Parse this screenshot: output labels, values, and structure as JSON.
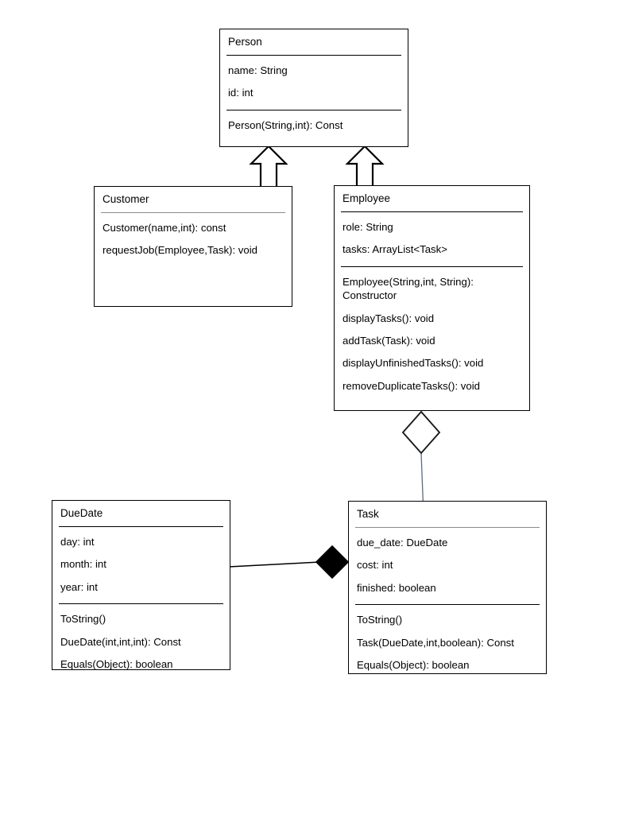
{
  "diagram": {
    "type": "uml-class-diagram",
    "background_color": "#ffffff",
    "line_color": "#000000",
    "separator_gray": "#8b8b8b",
    "connector_thin_color": "#5a6b84"
  },
  "classes": {
    "person": {
      "name": "Person",
      "attributes": [
        "name: String",
        "id: int"
      ],
      "methods": [
        "Person(String,int): Const"
      ]
    },
    "customer": {
      "name": "Customer",
      "attributes": [],
      "methods": [
        "Customer(name,int): const",
        "requestJob(Employee,Task): void"
      ]
    },
    "employee": {
      "name": "Employee",
      "attributes": [
        "role: String",
        "tasks: ArrayList<Task>"
      ],
      "methods": [
        "Employee(String,int, String): Constructor",
        "displayTasks(): void",
        "addTask(Task): void",
        "displayUnfinishedTasks(): void",
        "removeDuplicateTasks(): void"
      ]
    },
    "duedate": {
      "name": "DueDate",
      "attributes": [
        "day: int",
        "month: int",
        "year: int"
      ],
      "methods": [
        "ToString()",
        "DueDate(int,int,int): Const",
        "Equals(Object): boolean"
      ]
    },
    "task": {
      "name": "Task",
      "attributes": [
        "due_date: DueDate",
        "cost: int",
        "finished: boolean"
      ],
      "methods": [
        "ToString()",
        "Task(DueDate,int,boolean): Const",
        "Equals(Object): boolean"
      ]
    }
  },
  "relationships": [
    {
      "id": "customer-inherits-person",
      "kind": "generalization",
      "from": "Customer",
      "to": "Person",
      "marker": "hollow-triangle-arrow"
    },
    {
      "id": "employee-inherits-person",
      "kind": "generalization",
      "from": "Employee",
      "to": "Person",
      "marker": "hollow-triangle-arrow"
    },
    {
      "id": "employee-aggregates-task",
      "kind": "aggregation",
      "from": "Employee",
      "to": "Task",
      "marker": "hollow-diamond"
    },
    {
      "id": "task-composes-duedate",
      "kind": "composition",
      "from": "Task",
      "to": "DueDate",
      "marker": "filled-diamond"
    }
  ]
}
